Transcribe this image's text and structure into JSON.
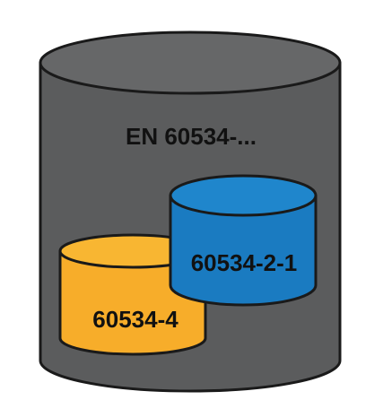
{
  "diagram": {
    "outer": {
      "label": "EN 60534-...",
      "fill": "#5b5c5d",
      "top_fill": "#666768",
      "stroke": "#1a1a1a"
    },
    "left": {
      "label": "60534-4",
      "fill": "#f7ad2a",
      "top_fill": "#f8b632",
      "stroke": "#1a1a1a"
    },
    "right": {
      "label": "60534-2-1",
      "fill": "#1a7bc1",
      "top_fill": "#1f86cc",
      "stroke": "#1a1a1a"
    }
  }
}
